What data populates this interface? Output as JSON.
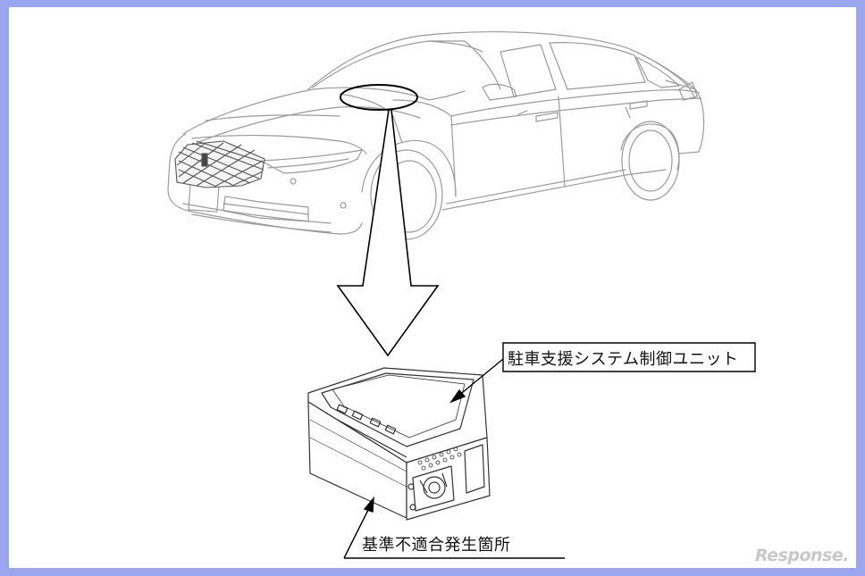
{
  "labels": {
    "unit": "駐車支援システム制御ユニット",
    "location": "基準不適合発生箇所"
  },
  "watermark": {
    "text": "Response."
  },
  "colors": {
    "frame_border": "#9aa7ef",
    "line_art": "#9a9a9a",
    "callout": "#000000",
    "watermark": "#c8c8c8"
  }
}
